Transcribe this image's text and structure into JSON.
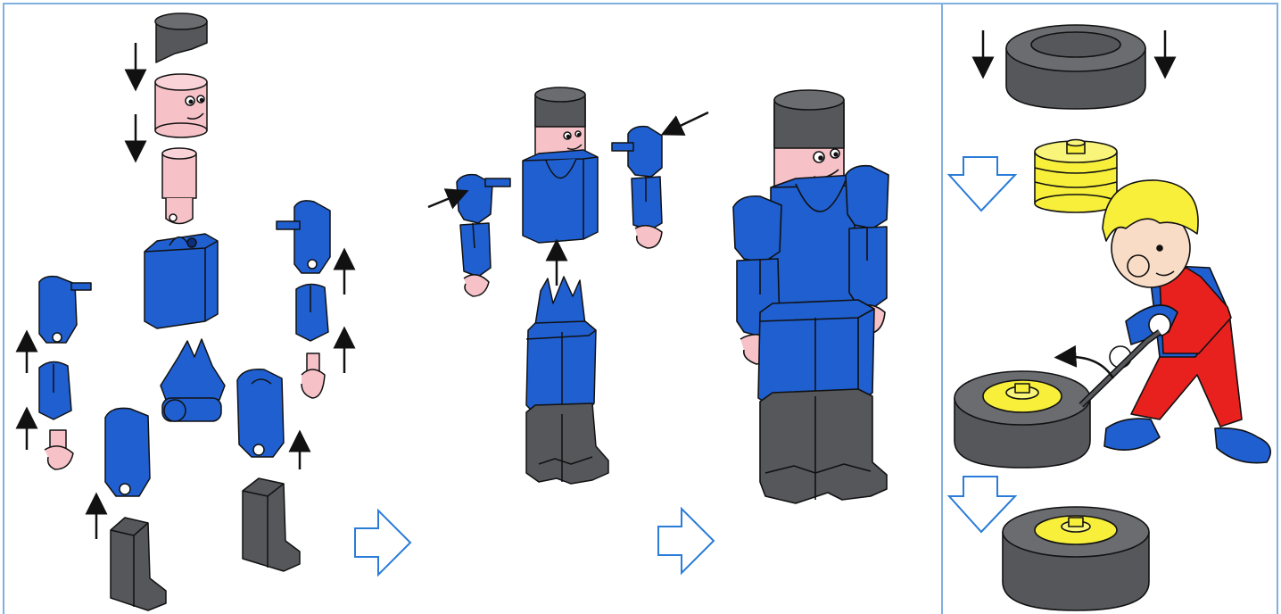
{
  "diagram": {
    "panels": [
      {
        "name": "figure-parts-exploded"
      },
      {
        "name": "figure-partially-assembled"
      },
      {
        "name": "figure-assembled"
      },
      {
        "name": "wheel-tire-assembly"
      }
    ],
    "colors": {
      "blue_part": "#1f5fd0",
      "skin_part": "#f6c2c8",
      "grey_part": "#5a5c60",
      "yellow_hub": "#f7ef3a",
      "frame_line": "#7fb0e0",
      "outline_arrow": "#2a7cd8",
      "shirt_red": "#e8211f"
    },
    "icons": [
      "down-arrow-icon",
      "up-arrow-icon",
      "right-outline-arrow-icon",
      "down-outline-arrow-icon",
      "curved-arrow-icon"
    ]
  }
}
